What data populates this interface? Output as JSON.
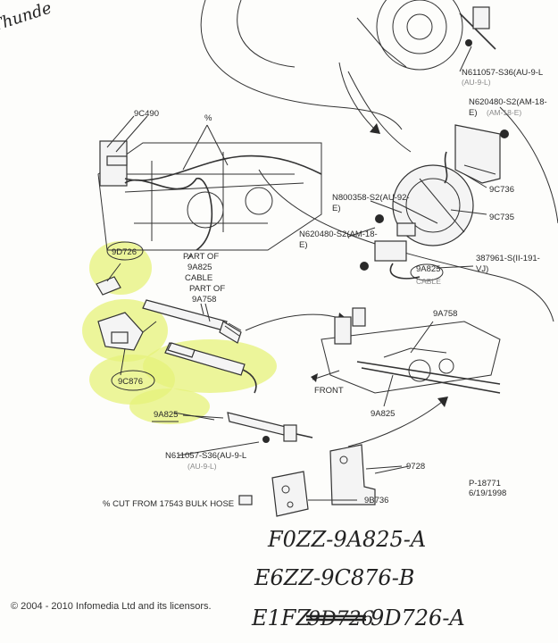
{
  "part_labels": {
    "p9C490": "9C490",
    "pN611057_top": "N611057-S36(AU-9-L",
    "pN611057_top_sub": "(AU-9-L)",
    "pN620480_top": "N620480-S2(AM-18-",
    "pN620480_top_e": "E)",
    "pN620480_top_sub": "(AM-18-E)",
    "p9C736": "9C736",
    "p9C735": "9C735",
    "pN800358": "N800358-S2(AU-92-",
    "pN800358_e": "E)",
    "pN620480_mid": "N620480-S2(AM-18-",
    "pN620480_mid_e": "E)",
    "p387961": "387961-S(II-191-",
    "p387961_vj": "VJ)",
    "p9A825_cable": "9A825",
    "p9A825_cable_sub": "CABLE",
    "part_of_9a825_1": "PART OF",
    "part_of_9a825_2": "9A825",
    "part_of_9a825_3": "CABLE",
    "part_of_9a758_1": "PART OF",
    "part_of_9a758_2": "9A758",
    "p9D726": "9D726",
    "p9C876": "9C876",
    "p9A825_left": "9A825",
    "p9A758_right": "9A758",
    "front": "FRONT",
    "p9A825_right": "9A825",
    "pN611057_bottom": "N611057-S36(AU-9-L",
    "pN611057_bottom_sub": "(AU-9-L)",
    "p9728": "9728",
    "p9B736": "9B736",
    "ref_num": "P-18771",
    "ref_date": "6/19/1998",
    "cut_note": "% CUT FROM 17543 BULK HOSE",
    "pct": "%"
  },
  "handwritten": {
    "line1": "F0ZZ-9A825-A",
    "line2": "E6ZZ-9C876-B",
    "line3_prefix": "E1FZ-",
    "line3_struck": "9D726",
    "line3_suffix": "9D726-A",
    "corner": "Thunde"
  },
  "copyright": "© 2004 - 2010 Infomedia Ltd and its licensors.",
  "colors": {
    "highlight": "#e6f27a",
    "ink": "#2a2a2a"
  }
}
